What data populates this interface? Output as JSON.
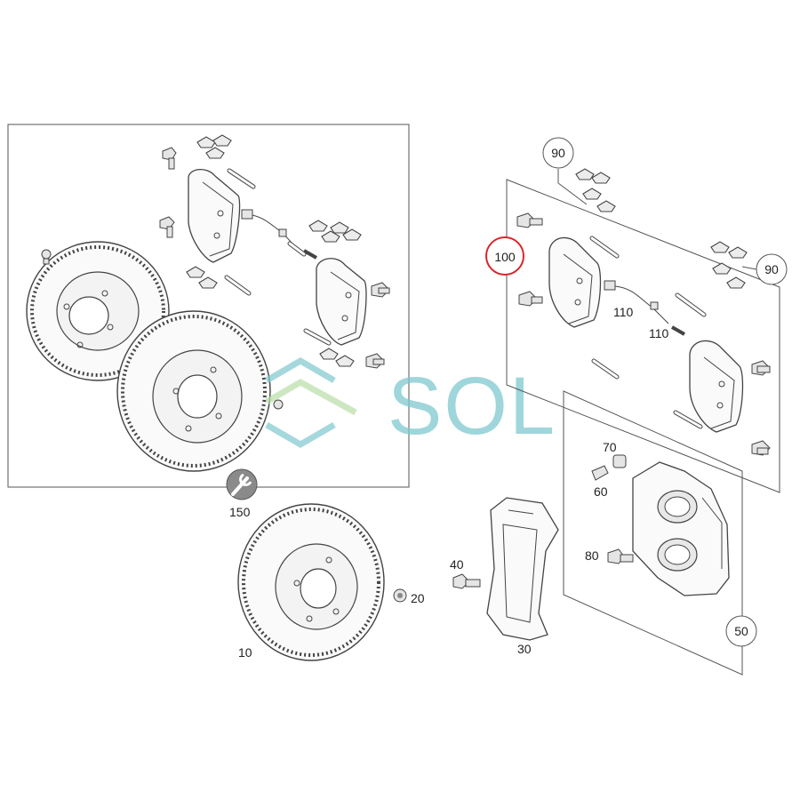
{
  "watermark": {
    "text": "SOL",
    "color": "#7ec8cf"
  },
  "highlight_color": "#d9252b",
  "callouts": {
    "c90_top": "90",
    "c90_right": "90",
    "c100": "100",
    "c110_a": "110",
    "c110_b": "110",
    "c70": "70",
    "c60": "60",
    "c80": "80",
    "c50": "50",
    "c40": "40",
    "c30": "30",
    "c20": "20",
    "c10": "10",
    "c150": "150"
  },
  "icons": {
    "tool": "wrench-icon"
  }
}
